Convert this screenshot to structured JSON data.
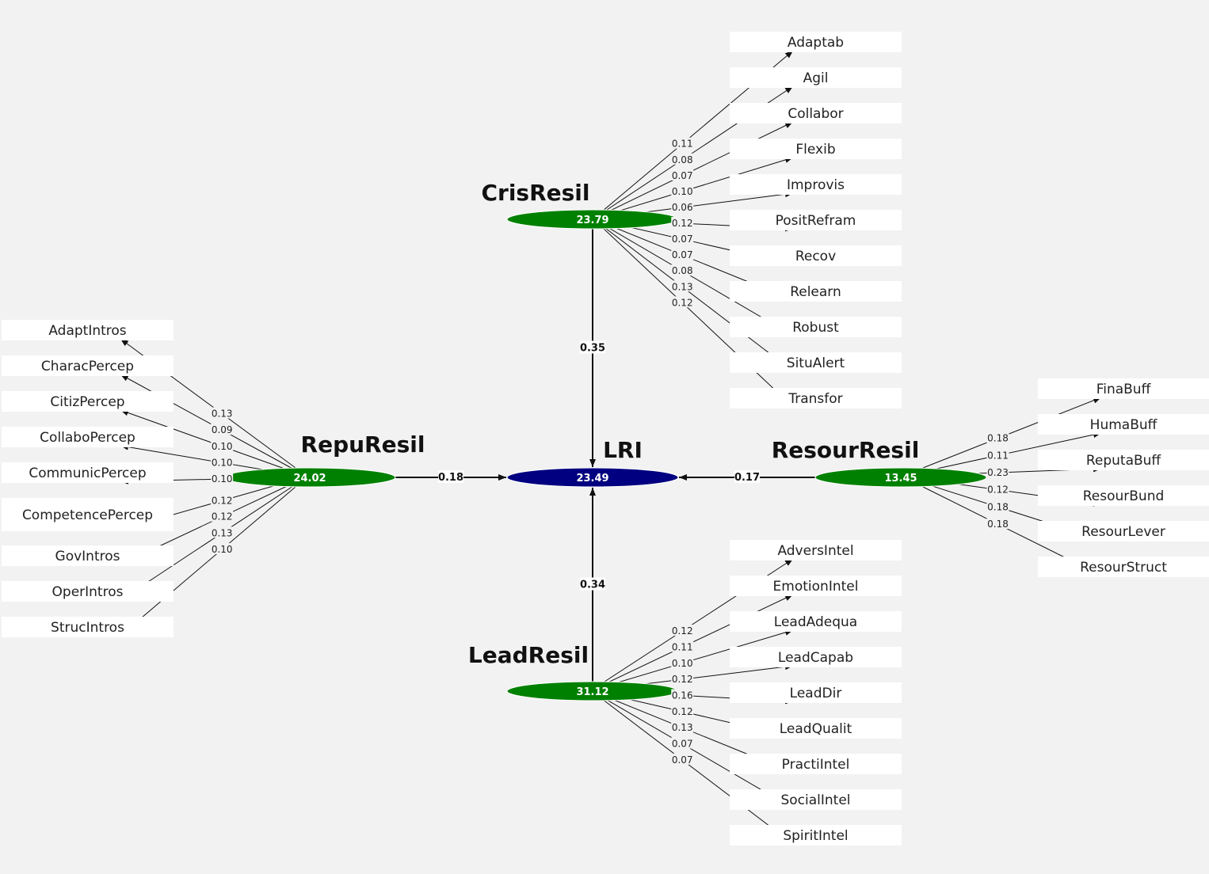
{
  "colors": {
    "construct_fill": "#008000",
    "target_fill": "#000080",
    "indicator_box": "#ffffff",
    "background": "#f2f2f2"
  },
  "nodes": {
    "LRI": {
      "label": "LRI",
      "value": "23.49"
    },
    "CrisResil": {
      "label": "CrisResil",
      "value": "23.79"
    },
    "RepuResil": {
      "label": "RepuResil",
      "value": "24.02"
    },
    "ResourResil": {
      "label": "ResourResil",
      "value": "13.45"
    },
    "LeadResil": {
      "label": "LeadResil",
      "value": "31.12"
    }
  },
  "paths": [
    {
      "from": "CrisResil",
      "to": "LRI",
      "coefficient": "0.35"
    },
    {
      "from": "RepuResil",
      "to": "LRI",
      "coefficient": "0.18"
    },
    {
      "from": "ResourResil",
      "to": "LRI",
      "coefficient": "0.17"
    },
    {
      "from": "LeadResil",
      "to": "LRI",
      "coefficient": "0.34"
    }
  ],
  "indicators": {
    "CrisResil": [
      {
        "name": "Adaptab",
        "weight": "0.11"
      },
      {
        "name": "Agil",
        "weight": "0.08"
      },
      {
        "name": "Collabor",
        "weight": "0.07"
      },
      {
        "name": "Flexib",
        "weight": "0.10"
      },
      {
        "name": "Improvis",
        "weight": "0.06"
      },
      {
        "name": "PositRefram",
        "weight": "0.12"
      },
      {
        "name": "Recov",
        "weight": "0.07"
      },
      {
        "name": "Relearn",
        "weight": "0.07"
      },
      {
        "name": "Robust",
        "weight": "0.08"
      },
      {
        "name": "SituAlert",
        "weight": "0.13"
      },
      {
        "name": "Transfor",
        "weight": "0.12"
      }
    ],
    "RepuResil": [
      {
        "name": "AdaptIntros",
        "weight": "0.13"
      },
      {
        "name": "CharacPercep",
        "weight": "0.09"
      },
      {
        "name": "CitizPercep",
        "weight": "0.10"
      },
      {
        "name": "CollaboPercep",
        "weight": "0.10"
      },
      {
        "name": "CommunicPercep",
        "weight": "0.10"
      },
      {
        "name": "CompetencePercep",
        "weight": "0.12"
      },
      {
        "name": "GovIntros",
        "weight": "0.12"
      },
      {
        "name": "OperIntros",
        "weight": "0.13"
      },
      {
        "name": "StrucIntros",
        "weight": "0.10"
      }
    ],
    "ResourResil": [
      {
        "name": "FinaBuff",
        "weight": "0.18"
      },
      {
        "name": "HumaBuff",
        "weight": "0.11"
      },
      {
        "name": "ReputaBuff",
        "weight": "0.23"
      },
      {
        "name": "ResourBund",
        "weight": "0.12"
      },
      {
        "name": "ResourLever",
        "weight": "0.18"
      },
      {
        "name": "ResourStruct",
        "weight": "0.18"
      }
    ],
    "LeadResil": [
      {
        "name": "AdversIntel",
        "weight": "0.12"
      },
      {
        "name": "EmotionIntel",
        "weight": "0.11"
      },
      {
        "name": "LeadAdequa",
        "weight": "0.10"
      },
      {
        "name": "LeadCapab",
        "weight": "0.12"
      },
      {
        "name": "LeadDir",
        "weight": "0.16"
      },
      {
        "name": "LeadQualit",
        "weight": "0.12"
      },
      {
        "name": "PractiIntel",
        "weight": "0.13"
      },
      {
        "name": "SocialIntel",
        "weight": "0.07"
      },
      {
        "name": "SpiritIntel",
        "weight": "0.07"
      }
    ]
  }
}
